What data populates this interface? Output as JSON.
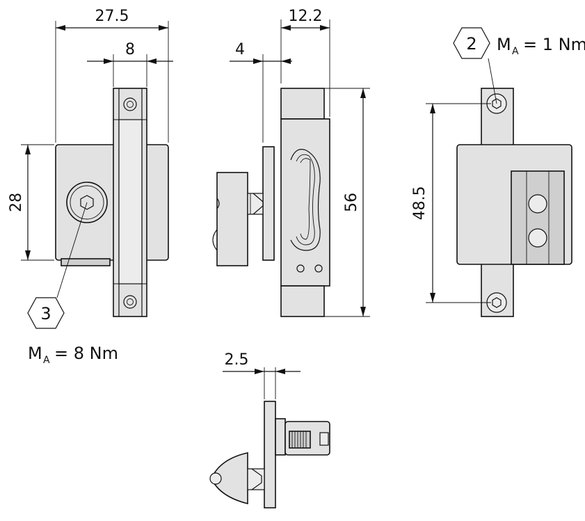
{
  "dimensions": {
    "width_total": "27.5",
    "width_slot": "8",
    "height_left": "28",
    "offset_side": "4",
    "depth_side": "12.2",
    "height_side": "56",
    "hole_spacing": "48.5",
    "plate_thickness": "2.5"
  },
  "callouts": {
    "item3": {
      "number": "3",
      "torque_prefix": "M",
      "torque_sub": "A",
      "torque_value": "= 8 Nm"
    },
    "item2": {
      "number": "2",
      "torque_prefix": "M",
      "torque_sub": "A",
      "torque_value": "= 1 Nm"
    }
  },
  "colors": {
    "part_fill": "#e2e2e2",
    "line": "#111111"
  }
}
